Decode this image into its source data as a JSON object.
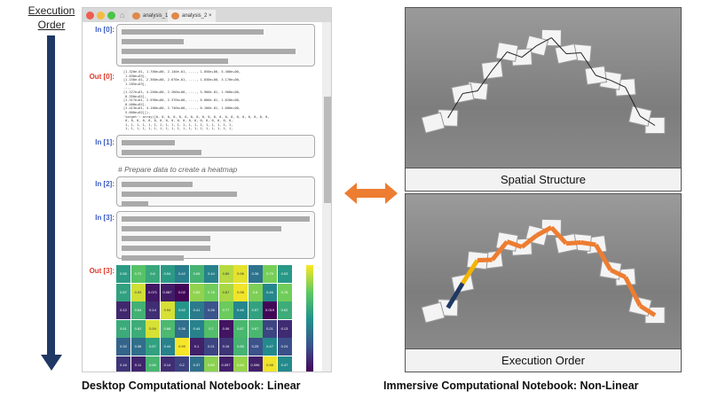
{
  "left": {
    "execution_label_line1": "Execution",
    "execution_label_line2": "Order",
    "tabs": [
      "analysis_1",
      "analysis_2 ×"
    ],
    "cells": [
      {
        "prompt": "In [0]:"
      },
      {
        "prompt": "Out [0]:"
      },
      {
        "prompt": "In [1]:"
      },
      {
        "prompt": "In [2]:"
      },
      {
        "prompt": "In [3]:"
      },
      {
        "prompt": "Out [3]:"
      }
    ],
    "out0_text": "[1.320e-01, 1.700e+00, 2.140e-01, ...., 1.050e+00, 5.400e+00,\n 1.030e+03],\n[1.150e-01, 2.360e+00, 2.670e-01, ...., 1.030e+00, 3.170e+00,\n 1.185e+03],\n...,\n[1.227e+01, 4.260e+00, 2.260e+00, ...., 5.900e-01, 1.560e+00,\n 8.350e+02],\n[1.317e+01, 2.590e+00, 2.370e+00, ...., 6.000e-01, 1.620e+00,\n 8.400e+02],\n[1.413e+01, 4.100e+00, 2.740e+00, ...., 6.100e-01, 1.600e+00,\n 5.600e+02]]),\n'target': array([0, 0, 0, 0, 0, 0, 0, 0, 0, 0, 0, 0, 0, 0, 0, 0, 0, 0, 0, 0,\n 0, 0, 0, 0, 0, 0, 0, 0, 0, 0, 0, 0, 0, 0, 0, 0, 0, 0, 0,\n 1, 1, 1, 1, 1, 1, 1, 1, 1, 1, 1, 1, 1, 1, 1, 1, 1, 1, 1,\n 1, 1, 1, 1, 1, 1, 1, 1, 1, 1, 1, 1, 1, 1, 1, 1, 1, 1, 1,",
    "comment": "# Prepare data to create a heatmap",
    "caption": "Desktop Computational Notebook: Linear"
  },
  "right": {
    "top_label": "Spatial Structure",
    "bottom_label": "Execution Order",
    "caption": "Immersive Computational Notebook: Non-Linear"
  },
  "colors": {
    "navy": "#1f3864",
    "orange": "#ed7d31",
    "gold": "#f4b400"
  },
  "chart_data": {
    "type": "heatmap",
    "values": [
      [
        0.55,
        0.72,
        0.6,
        0.54,
        0.42,
        0.65,
        0.44,
        0.89,
        0.96,
        0.38,
        0.79,
        0.53
      ],
      [
        0.57,
        0.93,
        0.071,
        0.087,
        0.02,
        0.83,
        0.78,
        0.87,
        0.98,
        0.8,
        0.46,
        0.78
      ],
      [
        0.12,
        0.64,
        0.14,
        0.94,
        0.52,
        0.41,
        0.26,
        0.77,
        0.46,
        0.57,
        0.019,
        0.62
      ],
      [
        0.61,
        0.62,
        0.94,
        0.68,
        0.36,
        0.44,
        0.7,
        0.06,
        0.67,
        0.67,
        0.21,
        0.13
      ],
      [
        0.32,
        0.36,
        0.57,
        0.44,
        0.99,
        0.1,
        0.21,
        0.16,
        0.65,
        0.25,
        0.47,
        0.24
      ],
      [
        0.16,
        0.11,
        0.66,
        0.14,
        0.2,
        0.37,
        0.82,
        0.097,
        0.84,
        0.096,
        0.98,
        0.47
      ]
    ],
    "colormap": "viridis",
    "range": [
      0,
      1
    ]
  }
}
